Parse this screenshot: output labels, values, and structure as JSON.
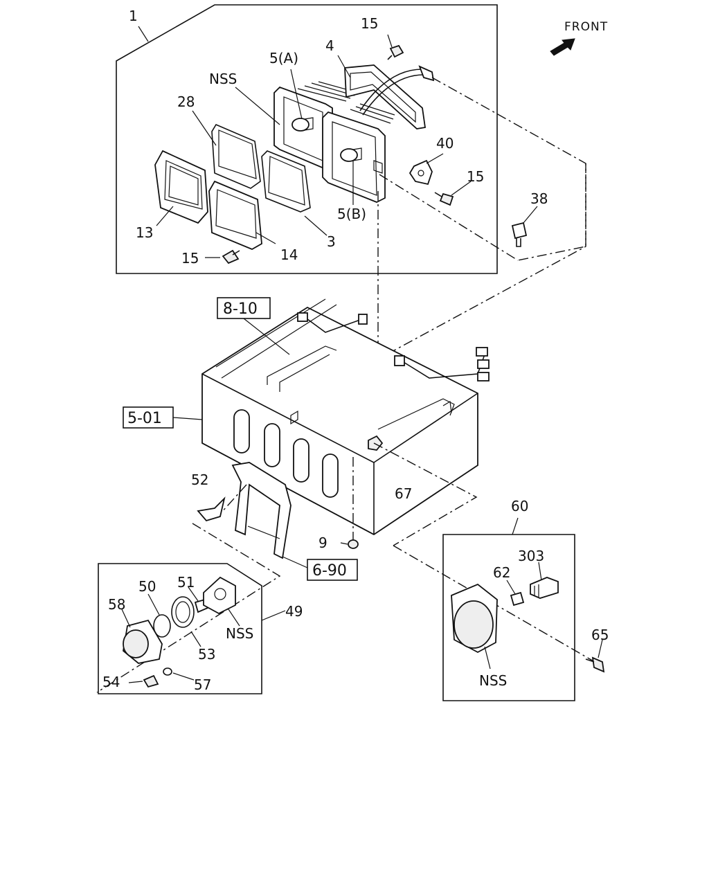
{
  "orientation": {
    "front_label": "FRONT"
  },
  "callouts": {
    "c1": "1",
    "c15a": "15",
    "c4": "4",
    "c5a": "5(A)",
    "nss_top": "NSS",
    "c28": "28",
    "c40": "40",
    "c15b": "15",
    "c38": "38",
    "c13": "13",
    "c5b": "5(B)",
    "c3": "3",
    "c15c": "15",
    "c14": "14",
    "c67": "67",
    "c52": "52",
    "c9": "9",
    "c60": "60",
    "c303": "303",
    "c62": "62",
    "c50": "50",
    "c51": "51",
    "c58": "58",
    "c49": "49",
    "nss_left": "NSS",
    "c53": "53",
    "c54": "54",
    "c57": "57",
    "c65": "65",
    "nss_right": "NSS"
  },
  "references": {
    "r810": "8-10",
    "r501": "5-01",
    "r690": "6-90"
  }
}
